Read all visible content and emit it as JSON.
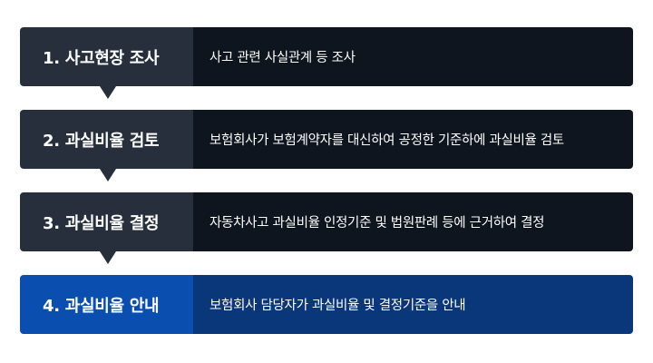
{
  "steps": [
    {
      "label": "1. 사고현장 조사",
      "desc": "사고 관련 사실관계 등 조사"
    },
    {
      "label": "2. 과실비율 검토",
      "desc": "보험회사가 보험계약자를 대신하여 공정한 기준하에 과실비율 검토"
    },
    {
      "label": "3. 과실비율 결정",
      "desc": "자동차사고 과실비율 인정기준 및 법원판례 등에 근거하여 결정"
    },
    {
      "label": "4. 과실비율 안내",
      "desc": "보험회사 담당자가 과실비율 및 결정기준을 안내"
    }
  ],
  "colors": {
    "dark_label": "#262f3b",
    "dark_desc": "#0e151e",
    "blue_label": "#0a4faf",
    "blue_desc": "#0a367a"
  }
}
